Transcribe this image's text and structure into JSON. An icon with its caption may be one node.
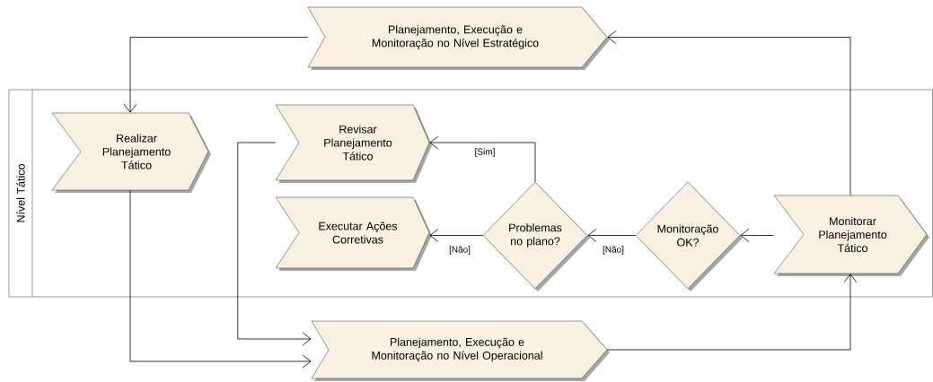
{
  "diagram": {
    "nodes": [
      {
        "text": [
          "Planejamento, Execução e Monitoração no Nível Estratégico"
        ]
      },
      {
        "text": [
          "Nível Tático"
        ]
      },
      {
        "text": [
          "Realizar Planejamento Tático"
        ],
        "in": 1
      },
      {
        "text": [
          "Revisar Planejamento Tático"
        ],
        "in": 1
      },
      {
        "text": [
          "Executar Ações Corretivas"
        ],
        "in": 1
      },
      {
        "text": [
          "Problemas no plano?"
        ],
        "in": 1
      },
      {
        "text": [
          "Monitoração OK?"
        ],
        "in": 1
      },
      {
        "text": [
          "Monitorar Planejamento Tático"
        ],
        "in": 1
      },
      {
        "text": [
          "Planejamento, Execução e Monitoração no Nível Operacional"
        ]
      }
    ],
    "edges": [
      {
        "from": 0,
        "to": 2,
        "arrow": "to"
      },
      {
        "from": 2,
        "to": 8,
        "arrow": "to"
      },
      {
        "from": 3,
        "to": 8,
        "arrow": "to"
      },
      {
        "from": 8,
        "to": 7,
        "arrow": "to"
      },
      {
        "from": 7,
        "to": 0,
        "arrow": "to"
      },
      {
        "from": 7,
        "to": 6,
        "arrow": "to"
      },
      {
        "from": 6,
        "to": 5,
        "arrow": "to",
        "label": "[Não]"
      },
      {
        "from": 5,
        "to": 4,
        "arrow": "to",
        "label": "[Não]"
      },
      {
        "from": 5,
        "to": 3,
        "arrow": "to",
        "label": "[Sim]"
      }
    ]
  }
}
